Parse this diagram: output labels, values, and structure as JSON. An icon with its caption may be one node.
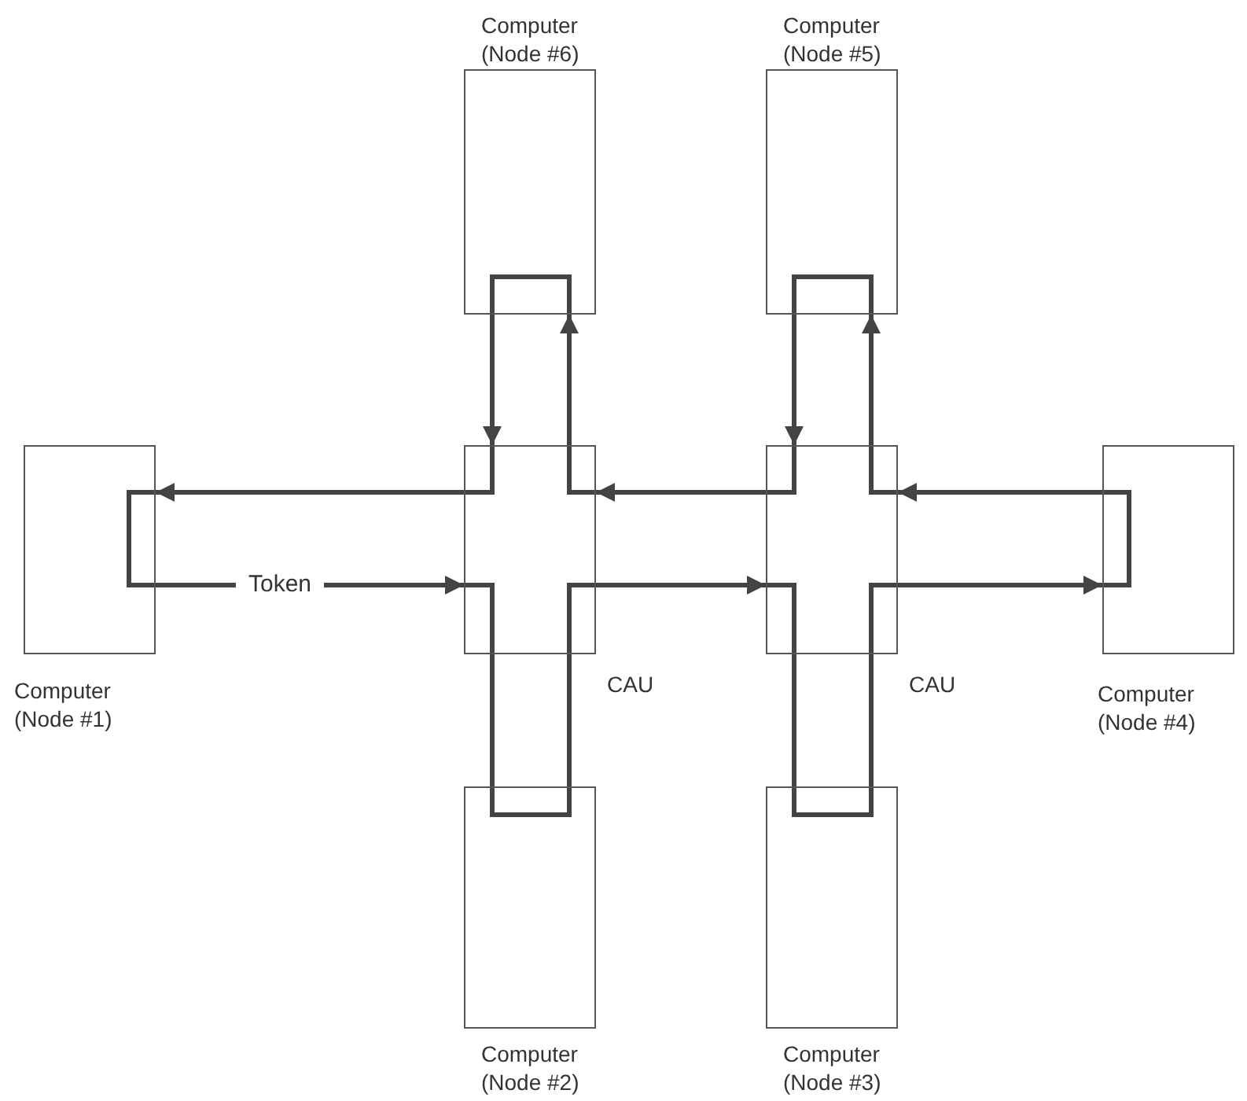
{
  "diagram": {
    "nodes": [
      {
        "text": [
          "Computer (Node #6)"
        ]
      },
      {
        "text": [
          "Computer (Node #5)"
        ]
      },
      {
        "text": [
          "Computer (Node #1)"
        ]
      },
      {
        "text": [
          "CAU"
        ]
      },
      {
        "text": [
          "CAU"
        ]
      },
      {
        "text": [
          "Computer (Node #4)"
        ]
      },
      {
        "text": [
          "Computer (Node #2)"
        ]
      },
      {
        "text": [
          "Computer (Node #3)"
        ]
      }
    ],
    "edges": [
      {
        "from": 2,
        "to": 3,
        "arrow": "to",
        "label": "Token"
      },
      {
        "from": 3,
        "to": 6,
        "arrow": "none"
      },
      {
        "from": 6,
        "to": 3,
        "arrow": "none"
      },
      {
        "from": 3,
        "to": 4,
        "arrow": "to"
      },
      {
        "from": 4,
        "to": 7,
        "arrow": "none"
      },
      {
        "from": 7,
        "to": 4,
        "arrow": "none"
      },
      {
        "from": 4,
        "to": 5,
        "arrow": "to"
      },
      {
        "from": 5,
        "to": 4,
        "arrow": "to"
      },
      {
        "from": 1,
        "to": 4,
        "arrow": "to"
      },
      {
        "from": 4,
        "to": 1,
        "arrow": "to"
      },
      {
        "from": 4,
        "to": 3,
        "arrow": "to"
      },
      {
        "from": 0,
        "to": 3,
        "arrow": "to"
      },
      {
        "from": 3,
        "to": 0,
        "arrow": "to"
      },
      {
        "from": 3,
        "to": 2,
        "arrow": "to"
      }
    ]
  }
}
